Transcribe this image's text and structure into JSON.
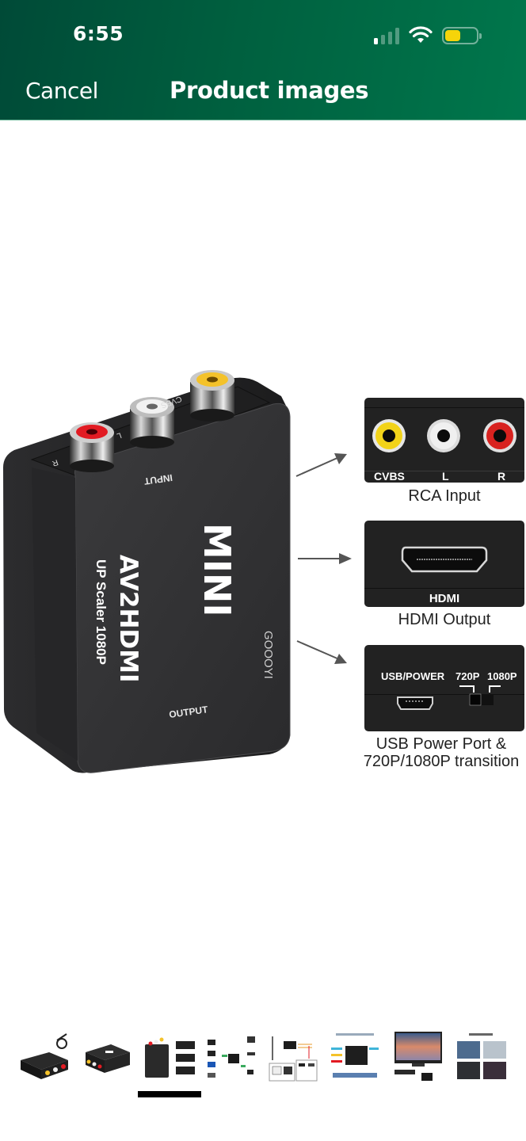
{
  "status_bar": {
    "time": "6:55",
    "signal_icon": "cellular-signal-icon",
    "signal_bars_active": 1,
    "signal_bars_total": 4,
    "wifi_icon": "wifi-icon",
    "battery_icon": "battery-icon",
    "battery_level": 0.5,
    "battery_color": "#f6d40a"
  },
  "nav": {
    "cancel_label": "Cancel",
    "title": "Product images",
    "background_colors": [
      "#004a37",
      "#00774c"
    ]
  },
  "product_image": {
    "device": {
      "brand": "GOOOYI",
      "top_label": "INPUT",
      "bottom_label": "OUTPUT",
      "logo_text": "MINI",
      "model_text": "AV2HDMI",
      "subtitle_text": "UP Scaler 1080P",
      "port_labels": [
        "R",
        "L",
        "CVBS"
      ],
      "port_colors": [
        "#e21b23",
        "#f2f2f2",
        "#f4c22a"
      ]
    },
    "callouts": [
      {
        "labels": [
          "CVBS",
          "L",
          "R"
        ],
        "jack_colors": [
          "#f2d31a",
          "#f0f0f0",
          "#d8221f"
        ],
        "caption": "RCA Input"
      },
      {
        "labels": [
          "HDMI"
        ],
        "caption": "HDMI Output"
      },
      {
        "labels": [
          "USB/POWER",
          "720P",
          "1080P"
        ],
        "caption_line1": "USB Power Port &",
        "caption_line2": "720P/1080P transition"
      }
    ]
  },
  "thumbnails": {
    "selected_index": 2,
    "items": [
      {
        "name": "thumb-adapter-with-cable"
      },
      {
        "name": "thumb-adapter-dimensions"
      },
      {
        "name": "thumb-adapter-ports-callout"
      },
      {
        "name": "thumb-connection-diagram"
      },
      {
        "name": "thumb-wiring-diagram"
      },
      {
        "name": "thumb-solution-for-traditional-tvs",
        "title": "Great Solution for Traditional TVS"
      },
      {
        "name": "thumb-tv-setup"
      },
      {
        "name": "thumb-applicable-scene",
        "title": "Applicable scene"
      }
    ]
  }
}
